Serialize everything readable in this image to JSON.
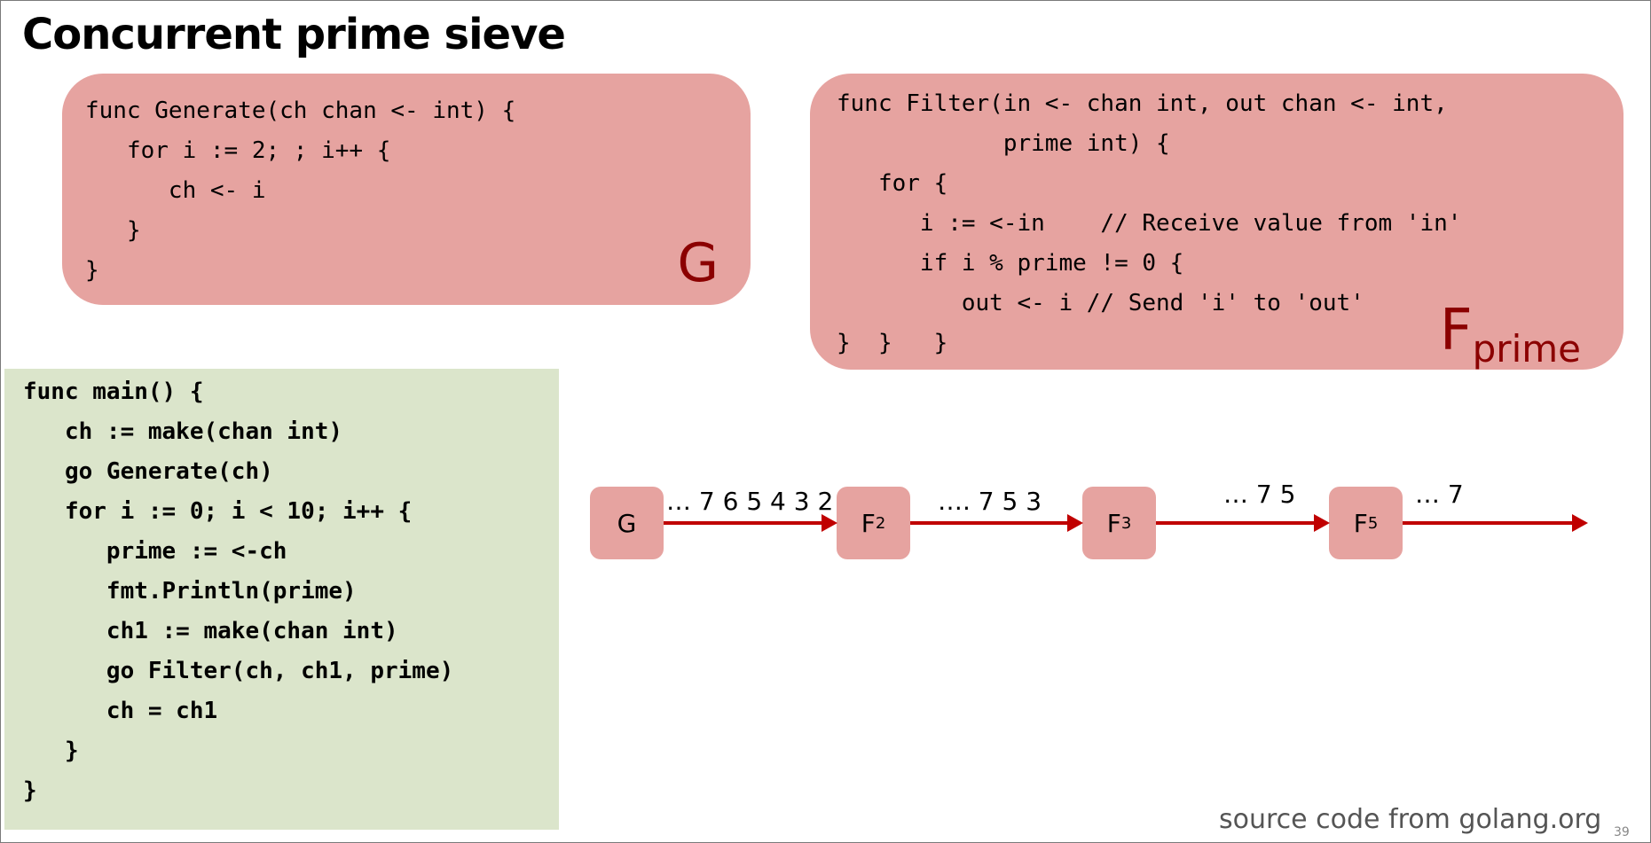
{
  "title": "Concurrent prime sieve",
  "generate_box": {
    "code": "func Generate(ch chan <- int) {\n   for i := 2; ; i++ {\n      ch <- i\n   }\n}",
    "label": "G"
  },
  "filter_box": {
    "code": "func Filter(in <- chan int, out chan <- int,\n            prime int) {\n   for {\n      i := <-in    // Receive value from 'in'\n      if i % prime != 0 {\n         out <- i // Send 'i' to 'out'\n}  }   }",
    "label_main": "F",
    "label_sub": "prime"
  },
  "main_box": {
    "code": "func main() {\n   ch := make(chan int)\n   go Generate(ch)\n   for i := 0; i < 10; i++ {\n      prime := <-ch\n      fmt.Println(prime)\n      ch1 := make(chan int)\n      go Filter(ch, ch1, prime)\n      ch = ch1\n   }\n}"
  },
  "pipeline": {
    "nodes": [
      {
        "main": "G",
        "sub": ""
      },
      {
        "main": "F",
        "sub": "2"
      },
      {
        "main": "F",
        "sub": "3"
      },
      {
        "main": "F",
        "sub": "5"
      }
    ],
    "streams": [
      "… 7 6 5 4 3 2",
      "…. 7 5 3",
      "… 7 5",
      "… 7"
    ]
  },
  "credit": "source code from golang.org",
  "page_number": "39"
}
